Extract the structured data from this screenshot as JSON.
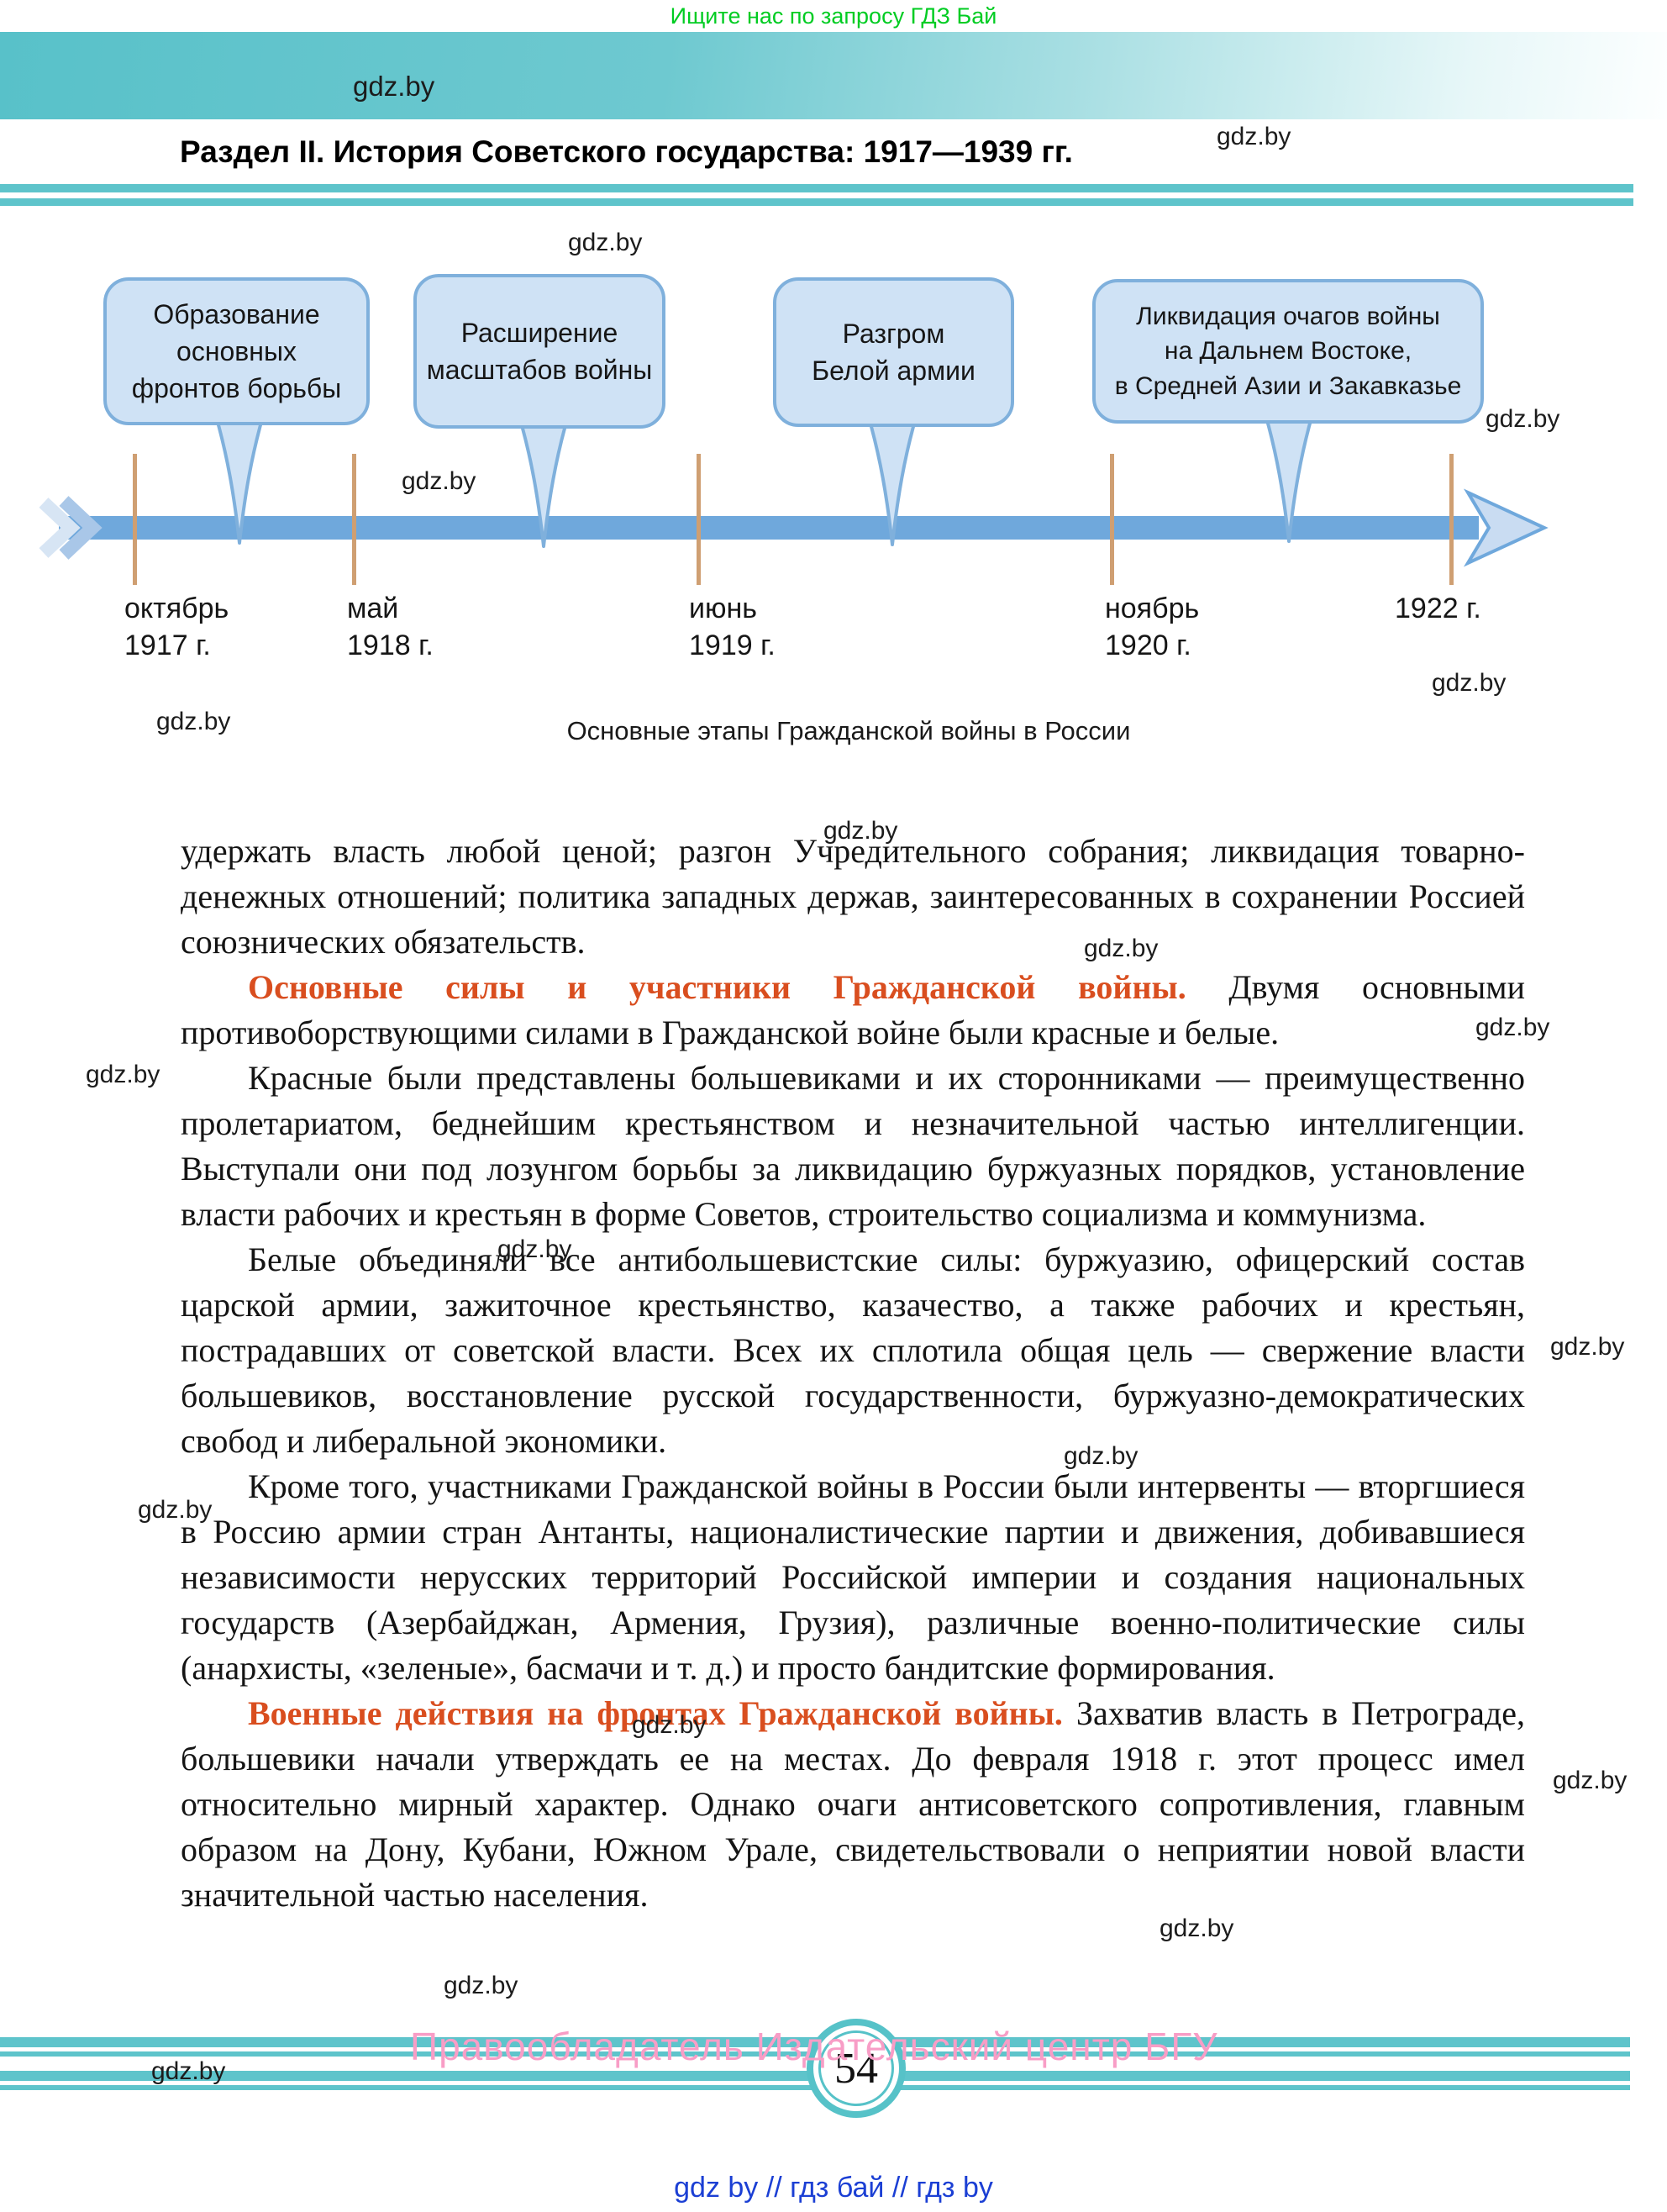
{
  "top_banner": {
    "text": "Ищите нас по запросу ГДЗ Бай",
    "color": "#00cc22"
  },
  "watermark": {
    "text": "gdz.by"
  },
  "header": {
    "title": "Раздел II. История Советского государства: 1917—1939 гг."
  },
  "colors": {
    "teal_rule": "#5ec4cb",
    "band_blue": "#6fa8dc",
    "bubble_fill": "#cfe2f5",
    "bubble_border": "#7fb0dc",
    "tick_tan": "#cf9f72",
    "heading_red": "#d94e1f",
    "copyright_pink": "#f89dc6",
    "link_blue": "#1b3fd4"
  },
  "timeline": {
    "caption": "Основные этапы Гражданской войны в России",
    "bubbles": [
      {
        "line1": "Образование",
        "line2": "основных",
        "line3": "фронтов борьбы"
      },
      {
        "line1": "Расширение",
        "line2": "масштабов войны"
      },
      {
        "line1": "Разгром",
        "line2": "Белой армии"
      },
      {
        "line1": "Ликвидация очагов войны",
        "line2": "на Дальнем Востоке,",
        "line3": "в Средней Азии и Закавказье"
      }
    ],
    "dates": [
      {
        "line1": "октябрь",
        "line2": "1917 г."
      },
      {
        "line1": "май",
        "line2": "1918 г."
      },
      {
        "line1": "июнь",
        "line2": "1919 г."
      },
      {
        "line1": "ноябрь",
        "line2": "1920 г."
      },
      {
        "line1": "1922 г."
      }
    ]
  },
  "body": {
    "paragraphs": [
      {
        "text": "удержать власть любой ценой; разгон Учредительного собрания; ликвидация товарно-денежных отношений; политика западных держав, заинтересованных в сохранении Россией союзнических обязательств."
      },
      {
        "lead": "Основные силы и участники Гражданской войны. ",
        "text": "Двумя основными противоборствующими силами в Гражданской войне были красные и белые."
      },
      {
        "text": "Красные были представлены большевиками и их сторонниками — преимущественно пролетариатом, беднейшим крестьянством и незначительной частью интеллигенции. Выступали они под лозунгом борьбы за ликвидацию буржуазных порядков, установление власти рабочих и крестьян в форме Советов, строительство социализма и коммунизма."
      },
      {
        "text": "Белые объединяли все антибольшевистские силы: буржуазию, офицерский состав царской армии, зажиточное крестьянство, казачество, а также рабочих и крестьян, пострадавших от советской власти. Всех их сплотила общая цель — свержение власти большевиков, восстановление русской государственности, буржуазно-демократических свобод и либеральной экономики."
      },
      {
        "text": "Кроме того, участниками Гражданской войны в России были интервенты — вторгшиеся в Россию армии стран Антанты, националистические партии и движения, добивавшиеся независимости нерусских территорий Российской империи и создания национальных государств (Азербайджан, Армения, Грузия), различные военно-политические силы (анархисты, «зеленые», басмачи и т. д.) и просто бандитские формирования."
      },
      {
        "lead": "Военные действия на фронтах Гражданской войны. ",
        "text": "Захватив власть в Петрограде, большевики начали утверждать ее на местах. До февраля 1918 г. этот процесс имел относительно мирный характер. Однако очаги антисоветского сопротивления, главным образом на Дону, Кубани, Южном Урале, свидетельствовали о неприятии новой власти значительной частью населения."
      }
    ]
  },
  "footer": {
    "copyright": "Правообладатель Издательский центр БГУ",
    "page_number": "54",
    "links": "gdz by  //  гдз бай  //  гдз by"
  }
}
